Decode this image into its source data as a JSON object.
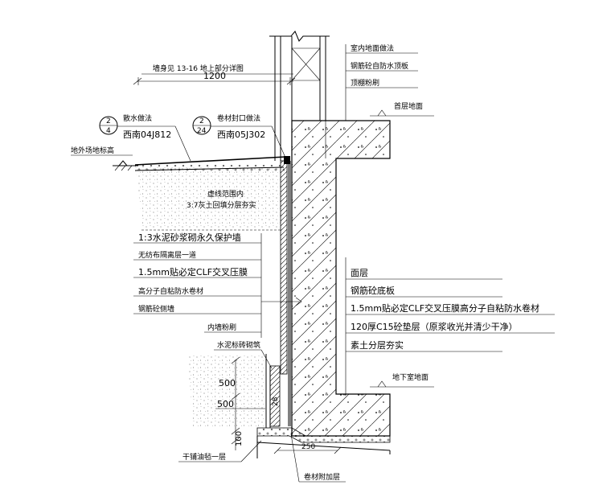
{
  "dimensions": {
    "top_note": "墙身见  13-16     地上部分详图",
    "width_1200": "1200",
    "dim_500_upper": "500",
    "dim_500_lower": "500",
    "dim_100": "100",
    "dim_250": "250",
    "dim_28": "28"
  },
  "references": [
    {
      "top": "2",
      "bottom": "4",
      "title": "散水做法",
      "code": "西南04J812"
    },
    {
      "top": "2",
      "bottom": "24",
      "title": "卷材封口做法",
      "code": "西南05J302"
    }
  ],
  "labels": {
    "ground_left": "地外场地标高",
    "fill_line1": "虚线范围内",
    "fill_line2": "3:7灰土回填分层夯实",
    "masonry_wall": "水泥标砖砌筑",
    "bottom_left": "干铺油毡一层",
    "bottom_right": "卷材附加层",
    "ground_floor": "首层地面",
    "basement_floor": "地下室地面"
  },
  "top_right_layers": [
    "室内地面做法",
    "钢筋砼自防水顶板",
    "顶棚粉刷"
  ],
  "left_layers": [
    "1:3水泥砂浆砌永久保护墙",
    "无纺布隔离层一道",
    "1.5mm贴必定CLF交叉压膜",
    "高分子自粘防水卷材",
    "钢筋砼侧墙",
    "内墙粉刷"
  ],
  "right_layers": [
    "面层",
    "钢筋砼底板",
    "1.5mm贴必定CLF交叉压膜高分子自粘防水卷材",
    "120厚C15砼垫层（原浆收光并清少干净）",
    "素土分层夯实"
  ]
}
